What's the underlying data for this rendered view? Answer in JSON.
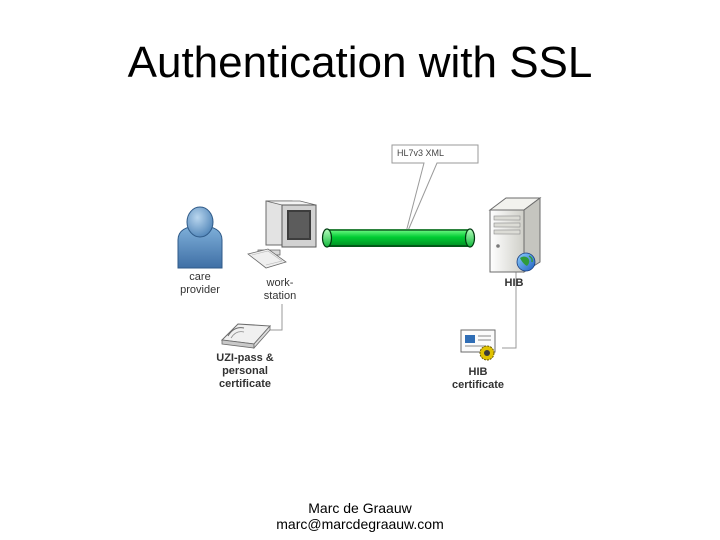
{
  "title": "Authentication with SSL",
  "diagram": {
    "callout": "HL7v3 XML",
    "care_provider": {
      "line1": "care",
      "line2": "provider"
    },
    "workstation": {
      "line1": "work-",
      "line2": "station"
    },
    "uzi_pass": {
      "line1": "UZI-pass &",
      "line2": "personal",
      "line3": "certificate"
    },
    "hib_server": "HIB",
    "hib_certificate": {
      "line1": "HIB",
      "line2": "certificate"
    },
    "colors": {
      "tunnel": "#00cc33",
      "connector": "#9a9a9a"
    }
  },
  "footer": {
    "name": "Marc de Graauw",
    "email": "marc@marcdegraauw.com"
  }
}
